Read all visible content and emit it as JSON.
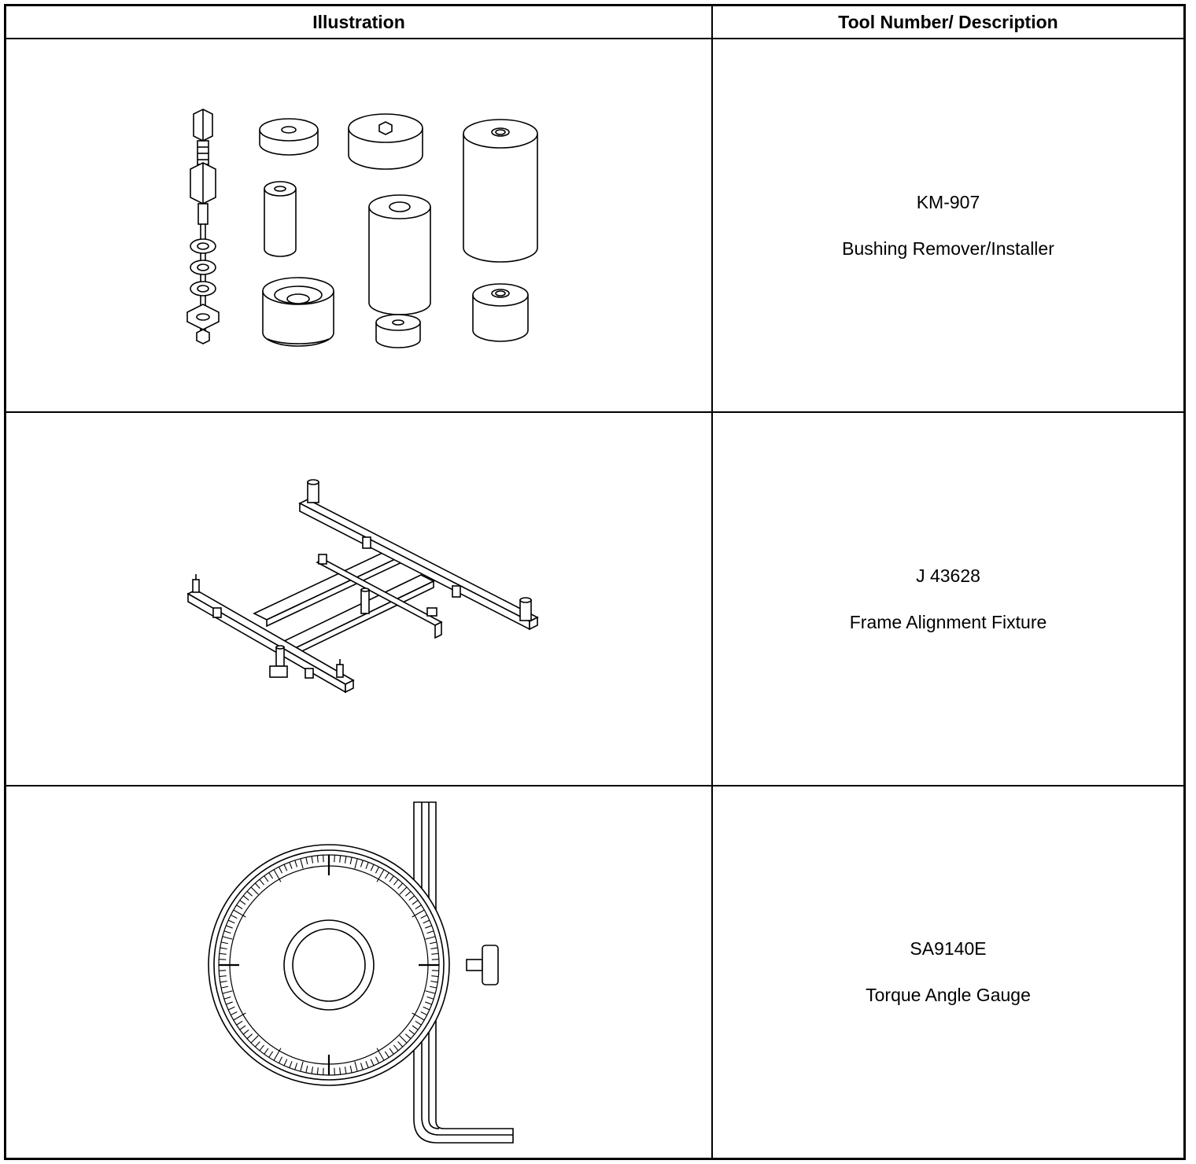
{
  "header": {
    "illustration": "Illustration",
    "tool": "Tool Number/ Description"
  },
  "tools": [
    {
      "number": "KM-907",
      "description": "Bushing Remover/Installer",
      "icon": "bushing-remover-installer-illustration"
    },
    {
      "number": "J 43628",
      "description": "Frame Alignment Fixture",
      "icon": "frame-alignment-fixture-illustration"
    },
    {
      "number": "SA9140E",
      "description": "Torque Angle Gauge",
      "icon": "torque-angle-gauge-illustration"
    }
  ]
}
